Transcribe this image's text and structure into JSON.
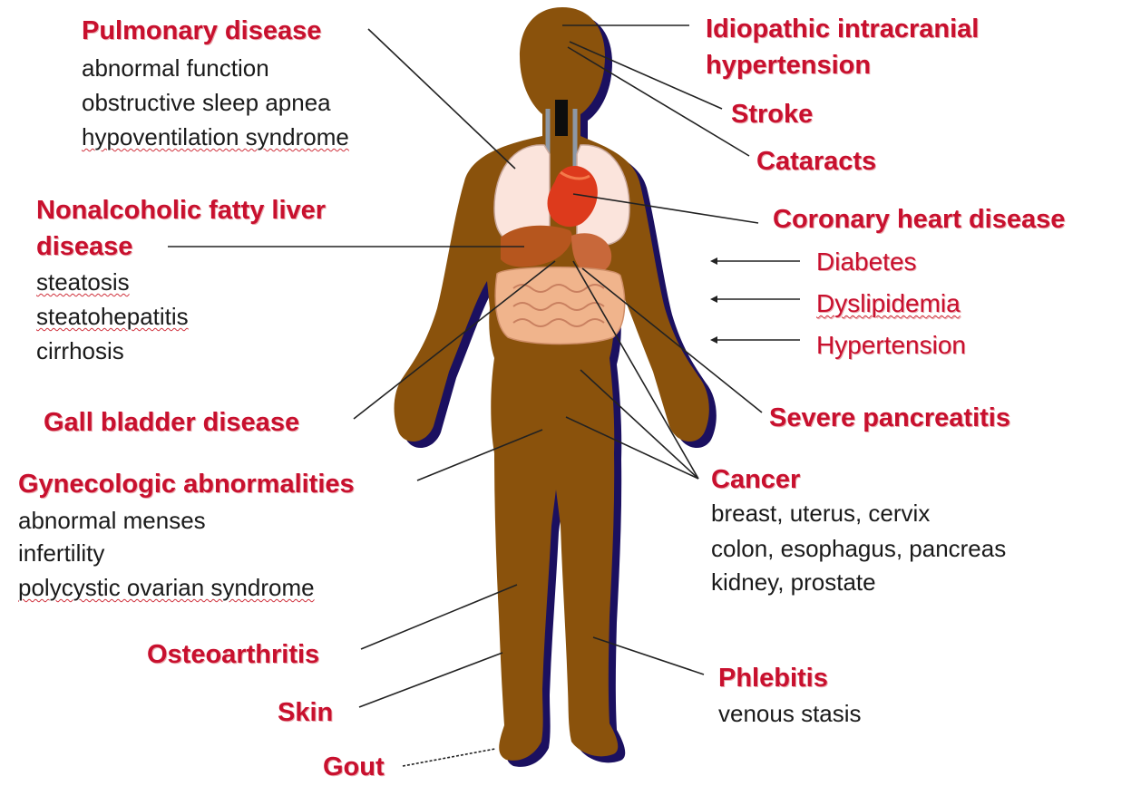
{
  "colors": {
    "disease_label": "#c8102e",
    "detail_text": "#1a1a1a",
    "body_fill": "#8a520c",
    "body_shadow": "#1b1060",
    "lung": "#fbe4dc",
    "heart": "#dd3a1c",
    "liver": "#b6561e",
    "intestine": "#f0b48c"
  },
  "labels": {
    "pulmonary": {
      "title": "Pulmonary disease",
      "details": [
        "abnormal function",
        "obstructive sleep apnea",
        "hypoventilation syndrome"
      ]
    },
    "nafld": {
      "title_lines": [
        "Nonalcoholic fatty liver",
        "disease"
      ],
      "details": [
        "steatosis",
        "steatohepatitis",
        "cirrhosis"
      ]
    },
    "gallbladder": {
      "title": "Gall bladder disease"
    },
    "gynecologic": {
      "title": "Gynecologic abnormalities",
      "details": [
        "abnormal menses",
        "infertility",
        "polycystic ovarian syndrome"
      ]
    },
    "osteoarthritis": {
      "title": "Osteoarthritis"
    },
    "skin": {
      "title": "Skin"
    },
    "gout": {
      "title": "Gout"
    },
    "iih": {
      "title_lines": [
        "Idiopathic intracranial",
        "hypertension"
      ]
    },
    "stroke": {
      "title": "Stroke"
    },
    "cataracts": {
      "title": "Cataracts"
    },
    "chd": {
      "title": "Coronary heart disease"
    },
    "chd_factors": [
      "Diabetes",
      "Dyslipidemia",
      "Hypertension"
    ],
    "pancreatitis": {
      "title": "Severe pancreatitis"
    },
    "cancer": {
      "title": "Cancer",
      "details": [
        "breast, uterus, cervix",
        "colon, esophagus, pancreas",
        "kidney, prostate"
      ]
    },
    "phlebitis": {
      "title": "Phlebitis",
      "details": [
        "venous stasis"
      ]
    }
  }
}
